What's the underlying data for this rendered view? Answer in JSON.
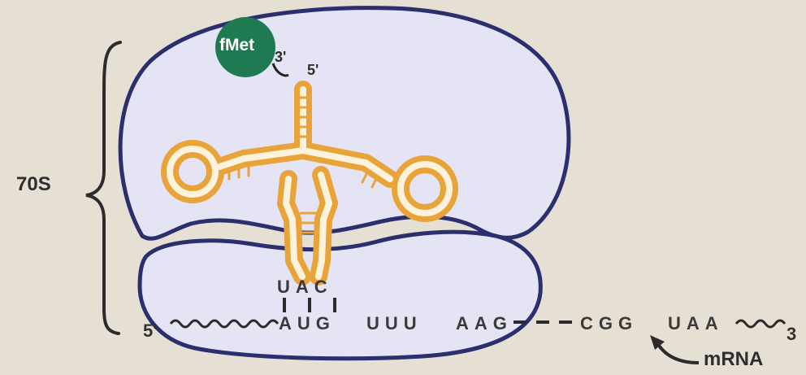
{
  "diagram": {
    "ribosome_label": "70S",
    "amino_acid": "fMet",
    "trna_three_prime": "3'",
    "trna_five_prime": "5'",
    "anticodon": "UAC",
    "mrna_five_prime": "5'",
    "mrna_three_prime": "3",
    "mrna_label": "mRNA",
    "codons": [
      "AUG",
      "UUU",
      "AAG",
      "CGG",
      "UAA"
    ],
    "colors": {
      "background": "#e6dfd4",
      "ribosome_fill": "#e4e4f4",
      "ribosome_outline": "#2b2f6e",
      "trna": "#e8a43a",
      "trna_inner": "#fdf3dc",
      "fmet": "#1f7a52",
      "text": "#333333"
    }
  }
}
